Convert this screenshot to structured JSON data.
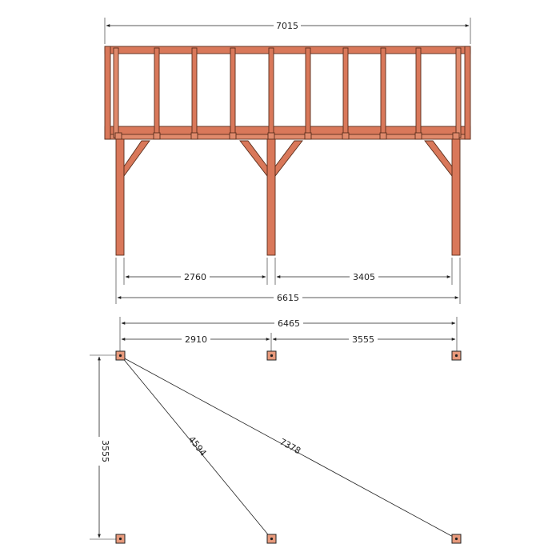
{
  "front_view": {
    "overall_width": "7015",
    "span_left": "2760",
    "span_right": "3405",
    "post_to_post": "6615"
  },
  "plan_view": {
    "overall": "6465",
    "span_left": "2910",
    "span_right": "3555",
    "depth": "3555",
    "diagonal_short": "4594",
    "diagonal_long": "7378"
  },
  "colors": {
    "wood": "#d9785a",
    "wood_outline": "#5a2e1c",
    "line": "#222222",
    "post_marker": "#e89a7c"
  }
}
